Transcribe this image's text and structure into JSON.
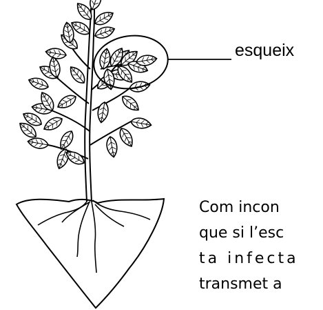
{
  "diagram": {
    "label": "esqueix",
    "caption_lines": [
      "Com incon",
      "que si l’esc",
      "ta infecta",
      "transmet a"
    ]
  }
}
